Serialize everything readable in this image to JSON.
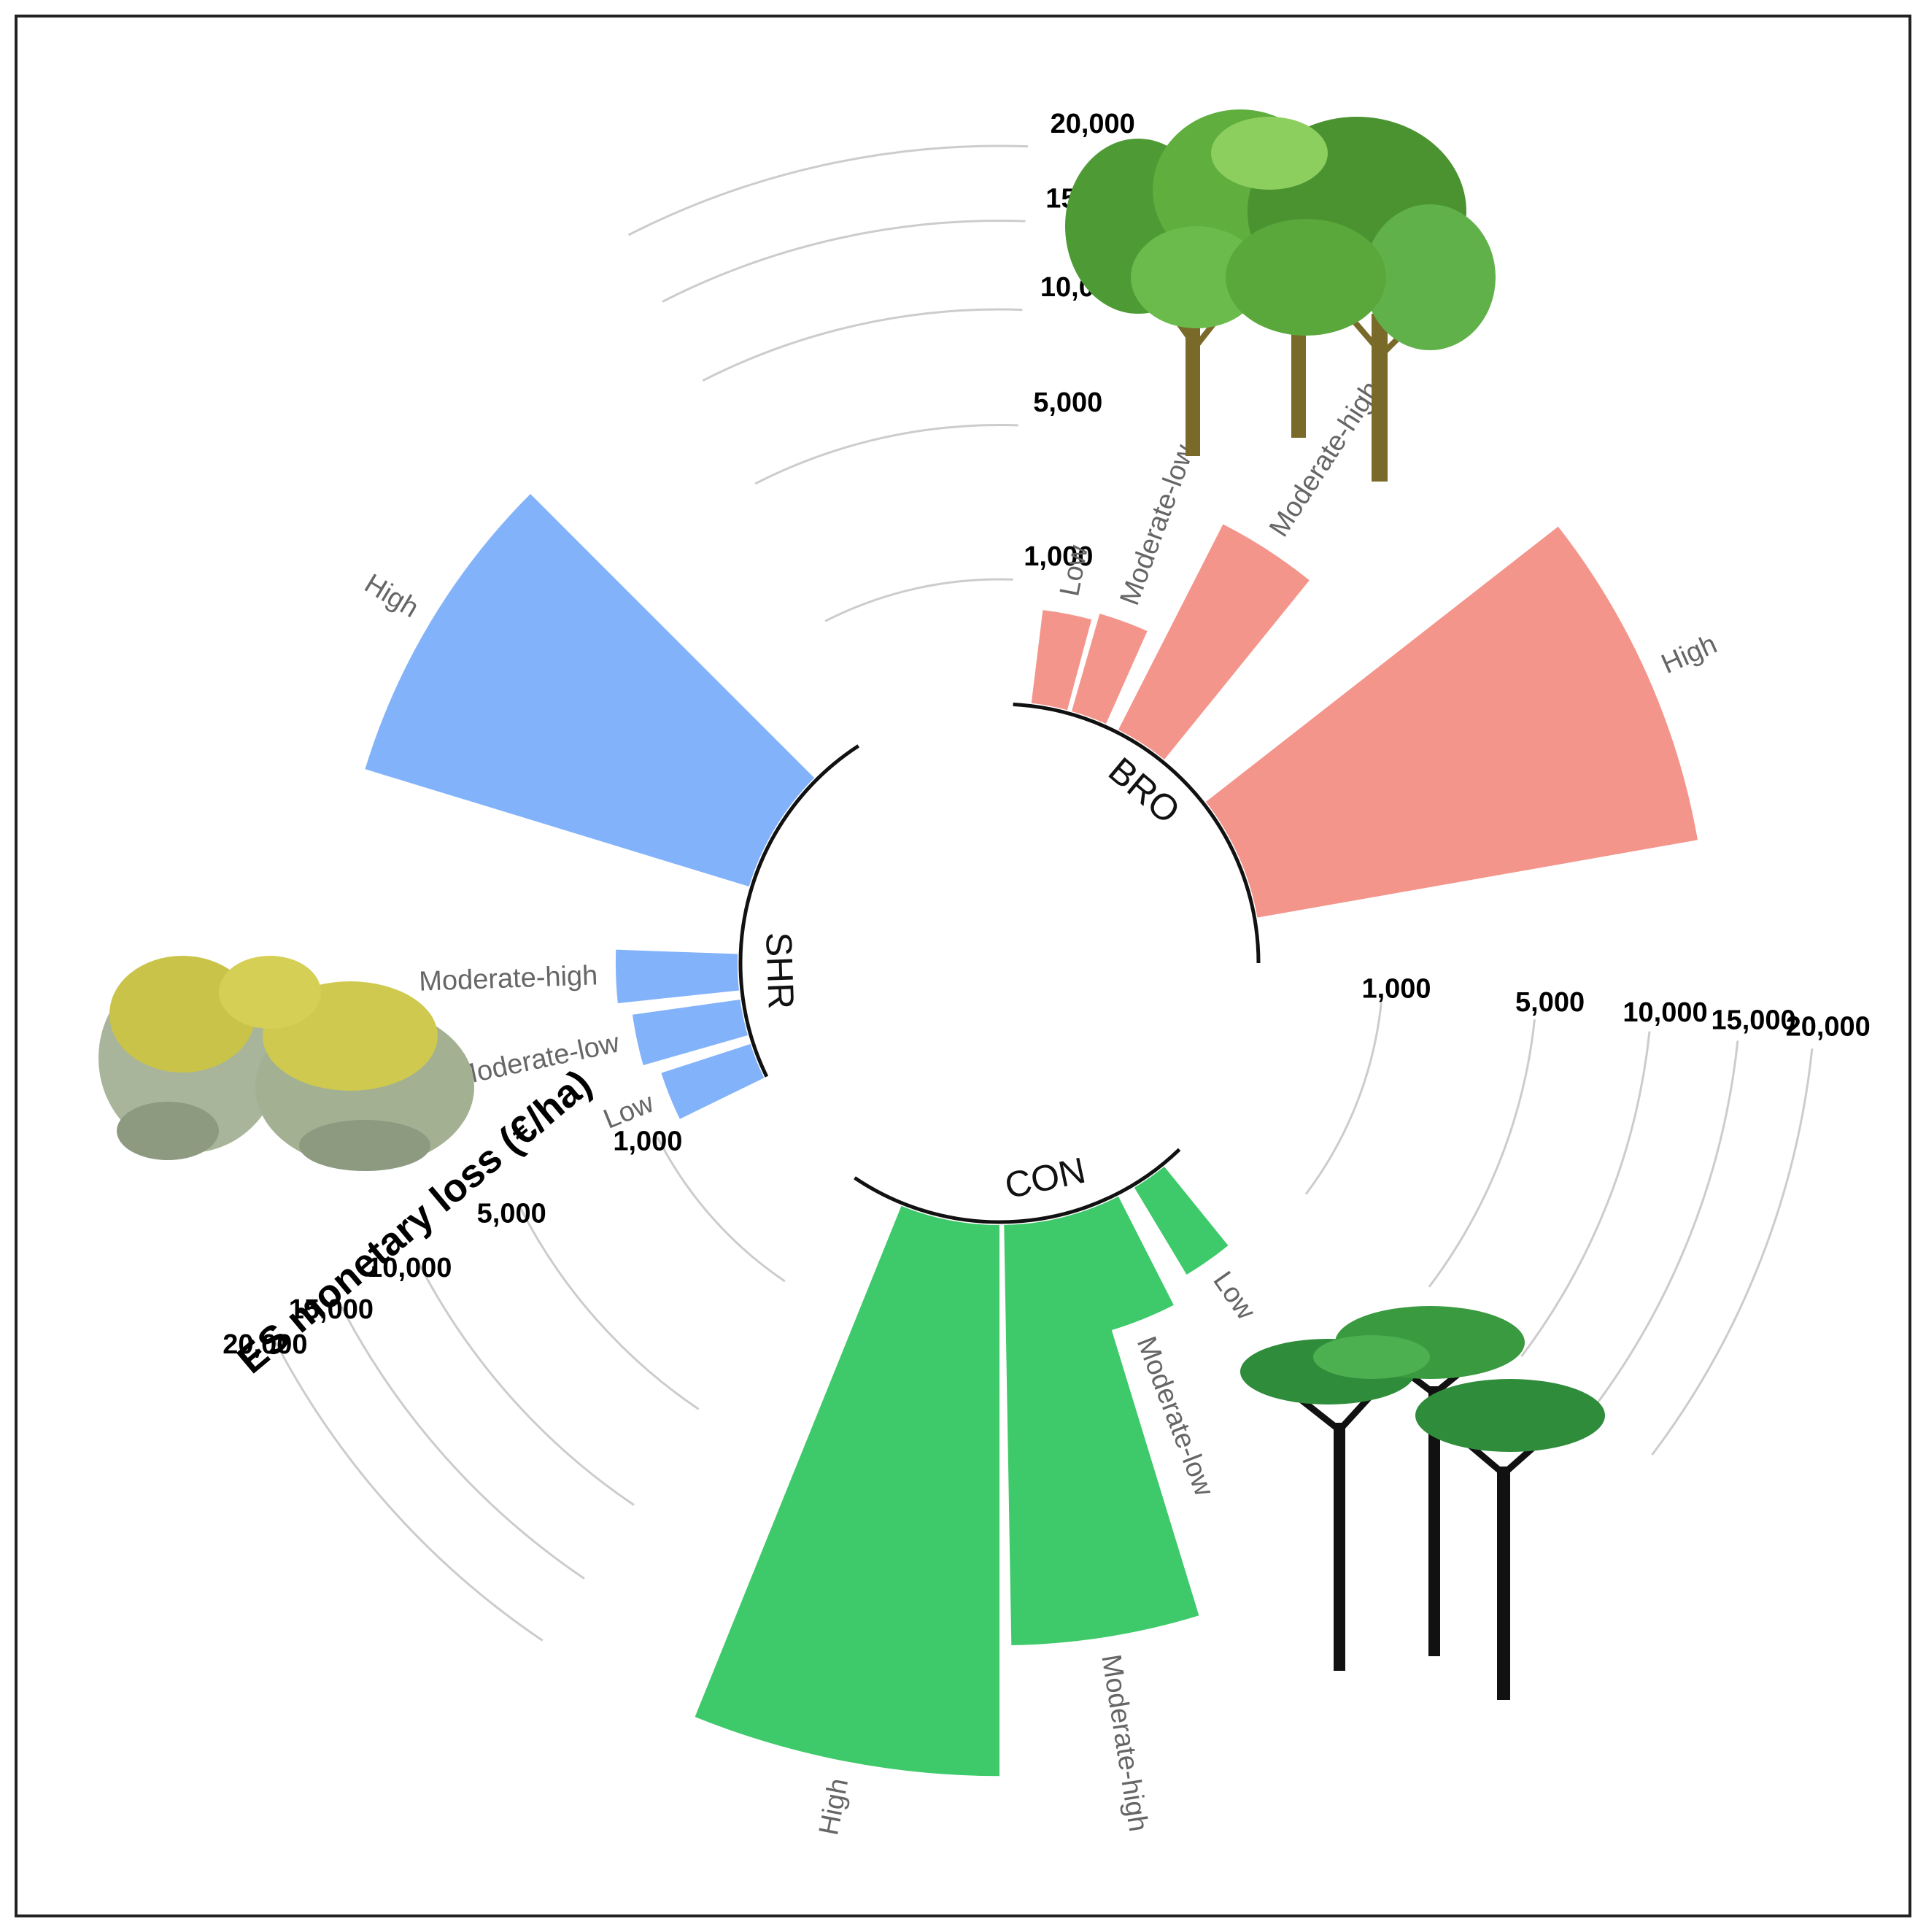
{
  "chart_data": {
    "type": "bar",
    "subtype": "radial-grouped-bar",
    "axis_title": "ES monetary loss (€/ha)",
    "scale_ticks": [
      "1,000",
      "5,000",
      "10,000",
      "15,000",
      "20,000"
    ],
    "scale_values": [
      1000,
      5000,
      10000,
      15000,
      20000
    ],
    "groups": [
      {
        "name": "BRO",
        "color": "#F4958C",
        "categories": [
          "Low",
          "Moderate-low",
          "Moderate-high",
          "High"
        ],
        "values": [
          600,
          700,
          3500,
          13000
        ]
      },
      {
        "name": "CON",
        "color": "#3EC96A",
        "categories": [
          "Low",
          "Moderate-low",
          "Moderate-high",
          "High"
        ],
        "values": [
          700,
          1000,
          11500,
          19700
        ]
      },
      {
        "name": "SHR",
        "color": "#82B3FA",
        "categories": [
          "Low",
          "Moderate-low",
          "Moderate-high",
          "High"
        ],
        "values": [
          600,
          800,
          1000,
          10500
        ]
      }
    ]
  },
  "illustrations": {
    "broadleaf": "broadleaf-trees",
    "conifer": "umbrella-pines",
    "shrub": "flowering-shrubs"
  }
}
